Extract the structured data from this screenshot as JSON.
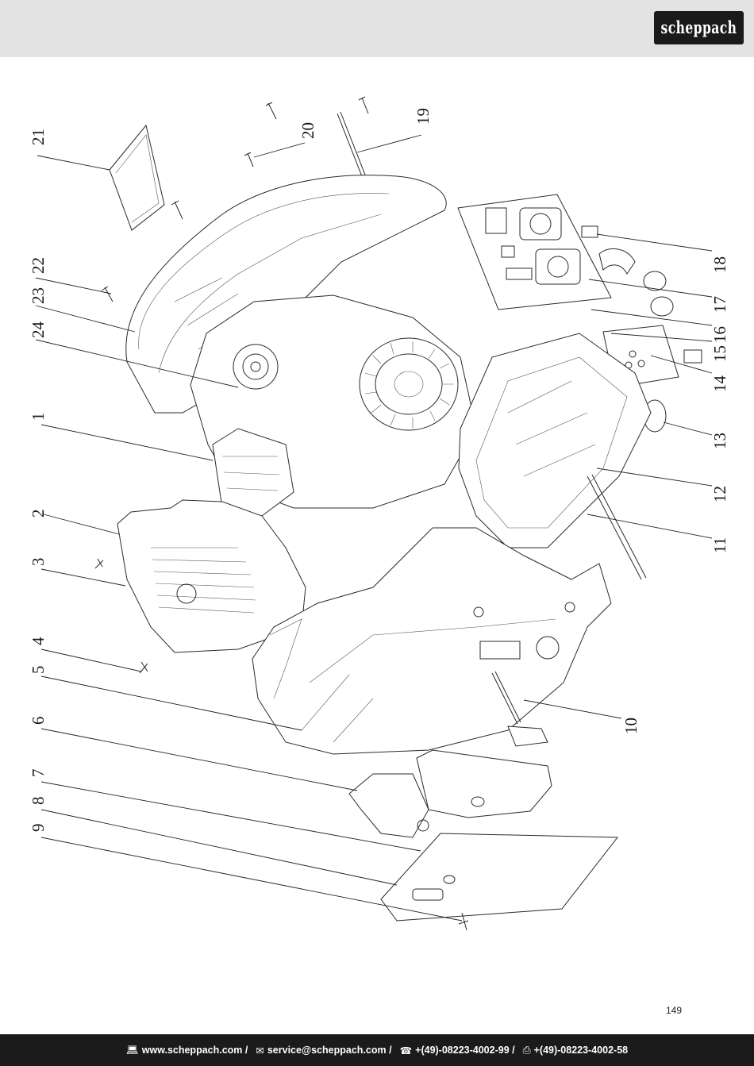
{
  "brand": {
    "logo_text": "scheppach"
  },
  "callouts": [
    {
      "n": "1"
    },
    {
      "n": "2"
    },
    {
      "n": "3"
    },
    {
      "n": "4"
    },
    {
      "n": "5"
    },
    {
      "n": "6"
    },
    {
      "n": "7"
    },
    {
      "n": "8"
    },
    {
      "n": "9"
    },
    {
      "n": "10"
    },
    {
      "n": "11"
    },
    {
      "n": "12"
    },
    {
      "n": "13"
    },
    {
      "n": "14"
    },
    {
      "n": "15"
    },
    {
      "n": "16"
    },
    {
      "n": "17"
    },
    {
      "n": "18"
    },
    {
      "n": "19"
    },
    {
      "n": "20"
    },
    {
      "n": "21"
    },
    {
      "n": "22"
    },
    {
      "n": "23"
    },
    {
      "n": "24"
    }
  ],
  "page_number": "149",
  "footer": {
    "website": "www.scheppach.com /",
    "email": "service@scheppach.com /",
    "phone": "+(49)-08223-4002-99 /",
    "fax": "+(49)-08223-4002-58",
    "icons": [
      "computer-icon",
      "mail-icon",
      "phone-icon",
      "fax-icon"
    ]
  },
  "colors": {
    "header_band": "#e3e3e3",
    "footer_bar": "#1b1b1b",
    "logo_bg": "#1a1a1a"
  }
}
